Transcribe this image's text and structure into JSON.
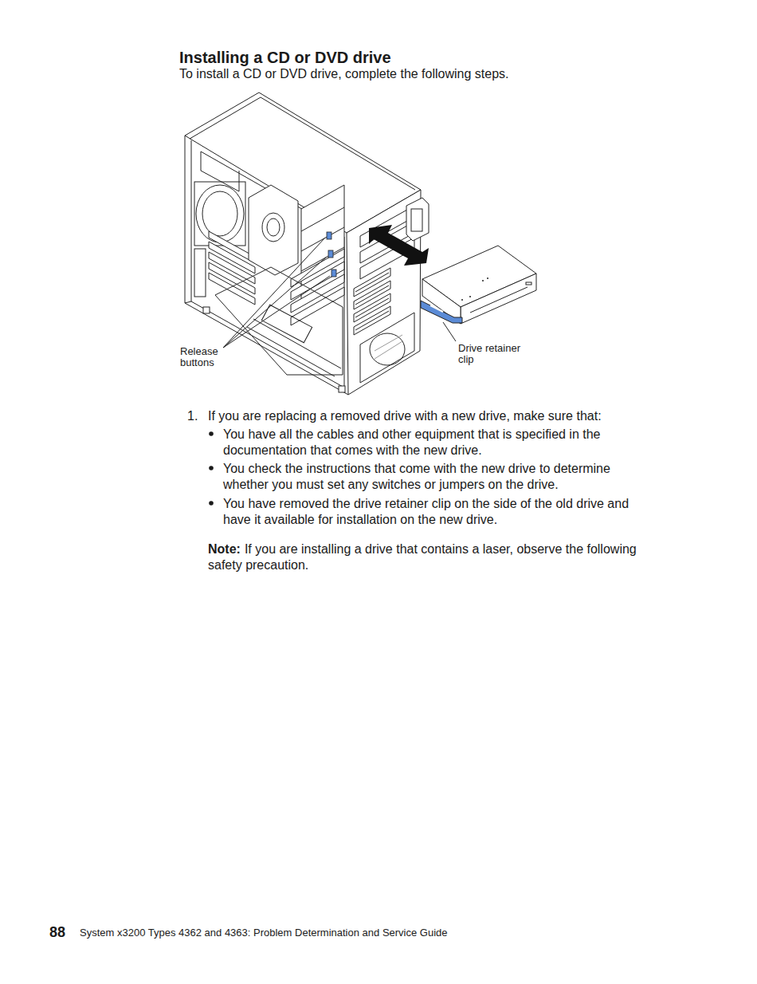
{
  "diagram": {
    "title": "Installing a CD or DVD drive",
    "labels": [
      "To install a CD or DVD drive, complete the following steps.",
      "Release buttons",
      "Drive retainer clip",
      "1.",
      "If you are replacing a removed drive with a new drive, make sure that:",
      "You have all the cables and other equipment that is specified in the documentation that comes with the new drive.",
      "You check the instructions that come with the new drive to determine whether you must set any switches or jumpers on the drive.",
      "You have removed the drive retainer clip on the side of the old drive and have it available for installation on the new drive.",
      "Note:",
      "If you are installing a drive that contains a laser, observe the following safety precaution.",
      "88",
      "System x3200 Types 4362 and 4363: Problem Determination and Service Guide"
    ]
  }
}
